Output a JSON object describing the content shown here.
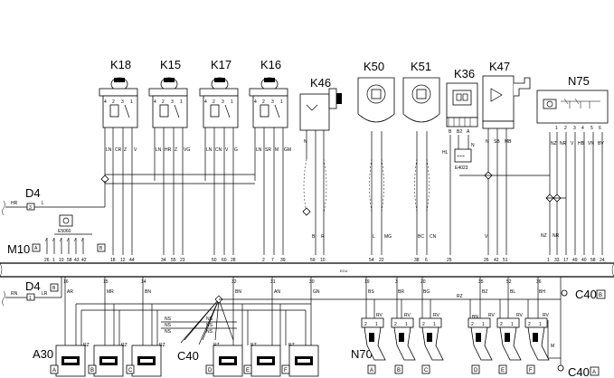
{
  "diagram": {
    "relays": [
      {
        "id": "K18",
        "wires": [
          "LN",
          "CR",
          "Z",
          "V"
        ],
        "pins": [
          "18",
          "12",
          "44"
        ]
      },
      {
        "id": "K15",
        "wires": [
          "LN",
          "HR",
          "Z",
          "VG"
        ],
        "pins": [
          "34",
          "55",
          "23"
        ]
      },
      {
        "id": "K17",
        "wires": [
          "LN",
          "CN",
          "V",
          "G"
        ],
        "pins": [
          "50",
          "60",
          "28"
        ]
      },
      {
        "id": "K16",
        "wires": [
          "LN",
          "SR",
          "M",
          "GM"
        ],
        "pins": [
          "2",
          "7",
          "39"
        ]
      }
    ],
    "actuators": [
      {
        "id": "K46",
        "wires": [
          "N",
          "B",
          "R"
        ],
        "pins": [
          "59",
          "10"
        ]
      },
      {
        "id": "K50",
        "wires": [
          "L",
          "MG"
        ],
        "pins": [
          "54",
          "22"
        ]
      },
      {
        "id": "K51",
        "wires": [
          "BC",
          "CN"
        ],
        "pins": [
          "38",
          "6"
        ]
      },
      {
        "id": "K36",
        "wires": [
          "HL",
          "N"
        ],
        "pins": [
          "25"
        ],
        "sub_label": "E4023",
        "term_labels": [
          "B",
          "B2",
          "A"
        ]
      },
      {
        "id": "K47",
        "wires": [
          "N",
          "SB",
          "MB",
          "V"
        ],
        "pins": [
          "26",
          "42",
          "51"
        ]
      },
      {
        "id": "N75",
        "wires": [
          "NZ",
          "NR",
          "V",
          "HB",
          "VN",
          "BV",
          "NZ",
          "NR"
        ],
        "pins": [
          "1",
          "33",
          "17",
          "49",
          "40",
          "58",
          "24"
        ],
        "term_labels": [
          "1",
          "2",
          "3",
          "4",
          "5",
          "6"
        ]
      }
    ],
    "d4_top": {
      "label": "D4",
      "term": "3",
      "wire": "HR",
      "wire2": "L"
    },
    "ecu": {
      "label": "M10",
      "conn_a": "A",
      "conn_b": "B",
      "e_label": "E5060",
      "pins": [
        "26",
        "1",
        "10",
        "58",
        "43",
        "42"
      ]
    },
    "bus_text": "ECU",
    "d4_bottom": {
      "label": "D4",
      "term": "1",
      "conn": "B",
      "wire_in": "RN",
      "wire_out": "LR"
    },
    "bottom_pins": [
      {
        "pin": "16",
        "wire": "AR"
      },
      {
        "pin": "15",
        "wire": "MR"
      },
      {
        "pin": "14",
        "wire": "BN"
      },
      {
        "pin": "32",
        "wire": "BN"
      },
      {
        "pin": "31",
        "wire": "AN"
      },
      {
        "pin": "30",
        "wire": "GN"
      },
      {
        "pin": "19",
        "wire": "BS"
      },
      {
        "pin": "3",
        "wire": "BR"
      },
      {
        "pin": "20",
        "wire": "BG"
      },
      {
        "pin": "35",
        "wire": "BZ"
      },
      {
        "pin": "52",
        "wire": "BL"
      },
      {
        "pin": "36",
        "wire": "BH"
      }
    ],
    "ns_labels": [
      "NS",
      "NS",
      "NS",
      "NS",
      "NS",
      "NS"
    ],
    "rz_labels": [
      "RZ",
      "RZ",
      "RZ",
      "RZ",
      "RZ",
      "RZ"
    ],
    "rv_labels": [
      "RV",
      "RV",
      "RV",
      "RV",
      "RV",
      "RV"
    ],
    "bn_label": "BN",
    "rz_bus": "RZ",
    "m_label": "M",
    "a30": {
      "label": "A30",
      "slots": [
        "A",
        "B",
        "C",
        "D",
        "E",
        "F"
      ]
    },
    "c40_mid": {
      "label": "C40",
      "conn": "B"
    },
    "c40_label": "C40",
    "n70": {
      "label": "N70",
      "slots": [
        "A",
        "B",
        "C",
        "D",
        "E",
        "F"
      ]
    },
    "c40_bottom": {
      "label": "C40",
      "conn": "A"
    }
  }
}
